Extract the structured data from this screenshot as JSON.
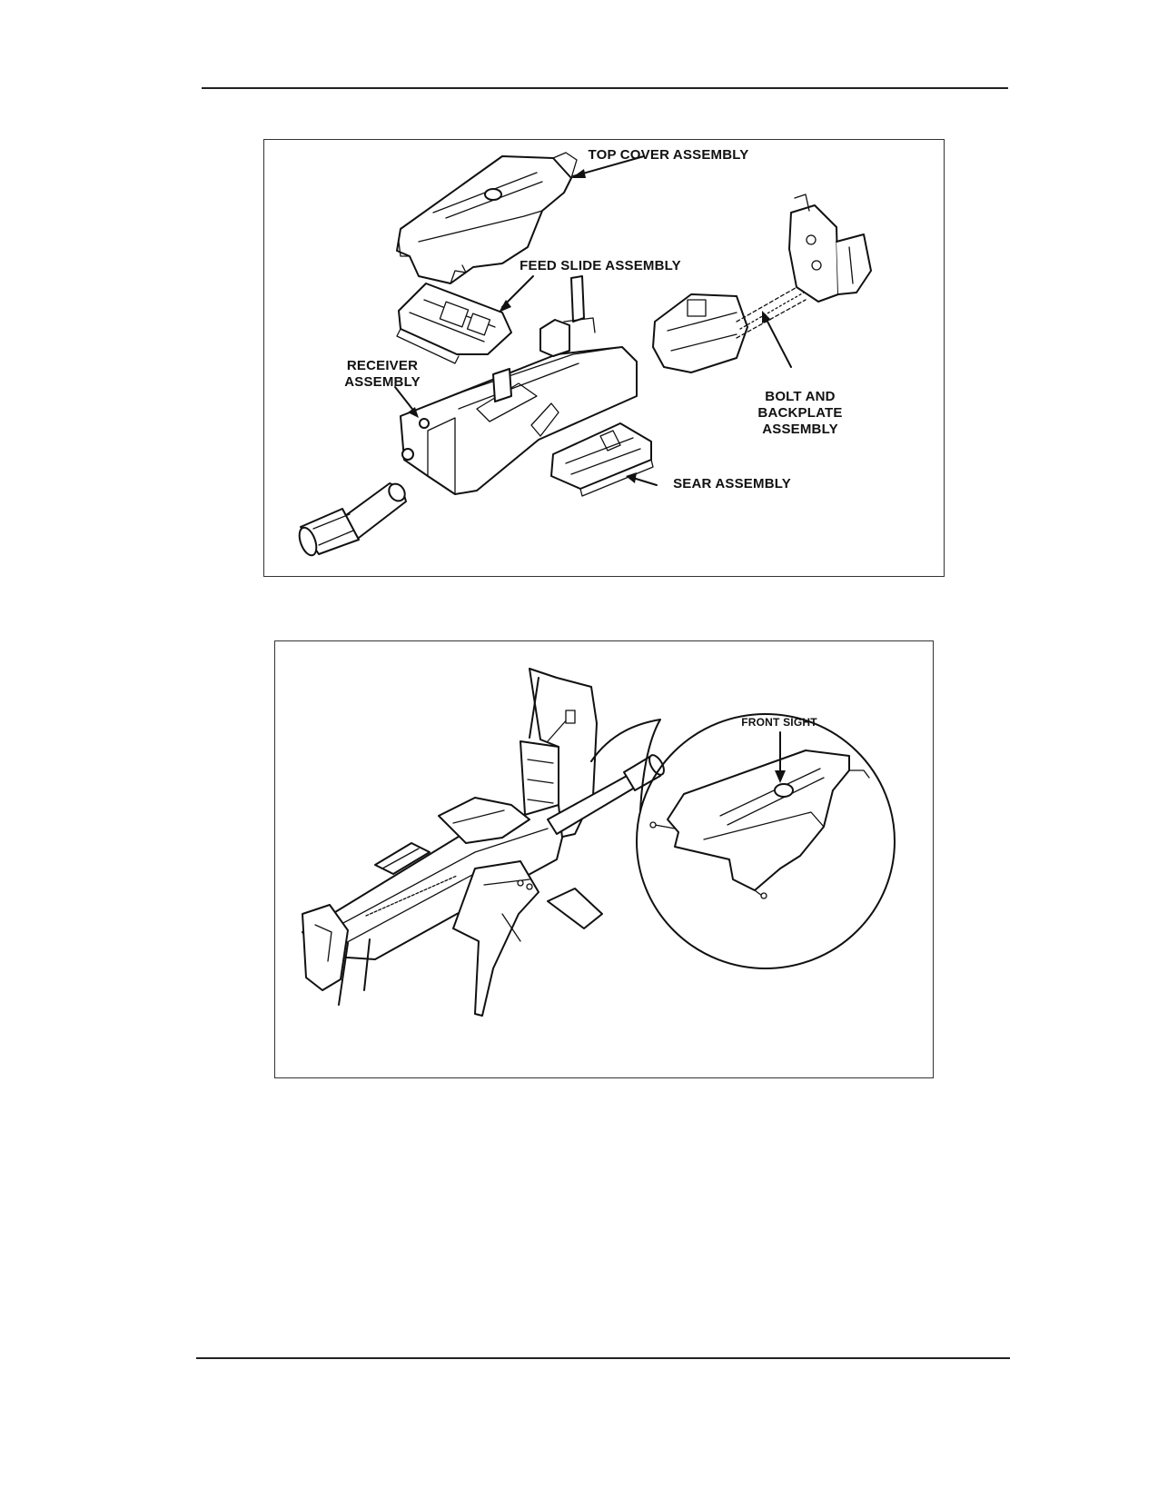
{
  "figure1": {
    "labels": {
      "top_cover": "TOP COVER ASSEMBLY",
      "feed_slide": "FEED SLIDE ASSEMBLY",
      "receiver": "RECEIVER\nASSEMBLY",
      "bolt_backplate": "BOLT AND\nBACKPLATE\nASSEMBLY",
      "sear": "SEAR ASSEMBLY"
    }
  },
  "figure2": {
    "labels": {
      "front_sight": "FRONT SIGHT"
    }
  },
  "colors": {
    "ink": "#111111",
    "paper": "#ffffff",
    "frame": "#333333"
  }
}
